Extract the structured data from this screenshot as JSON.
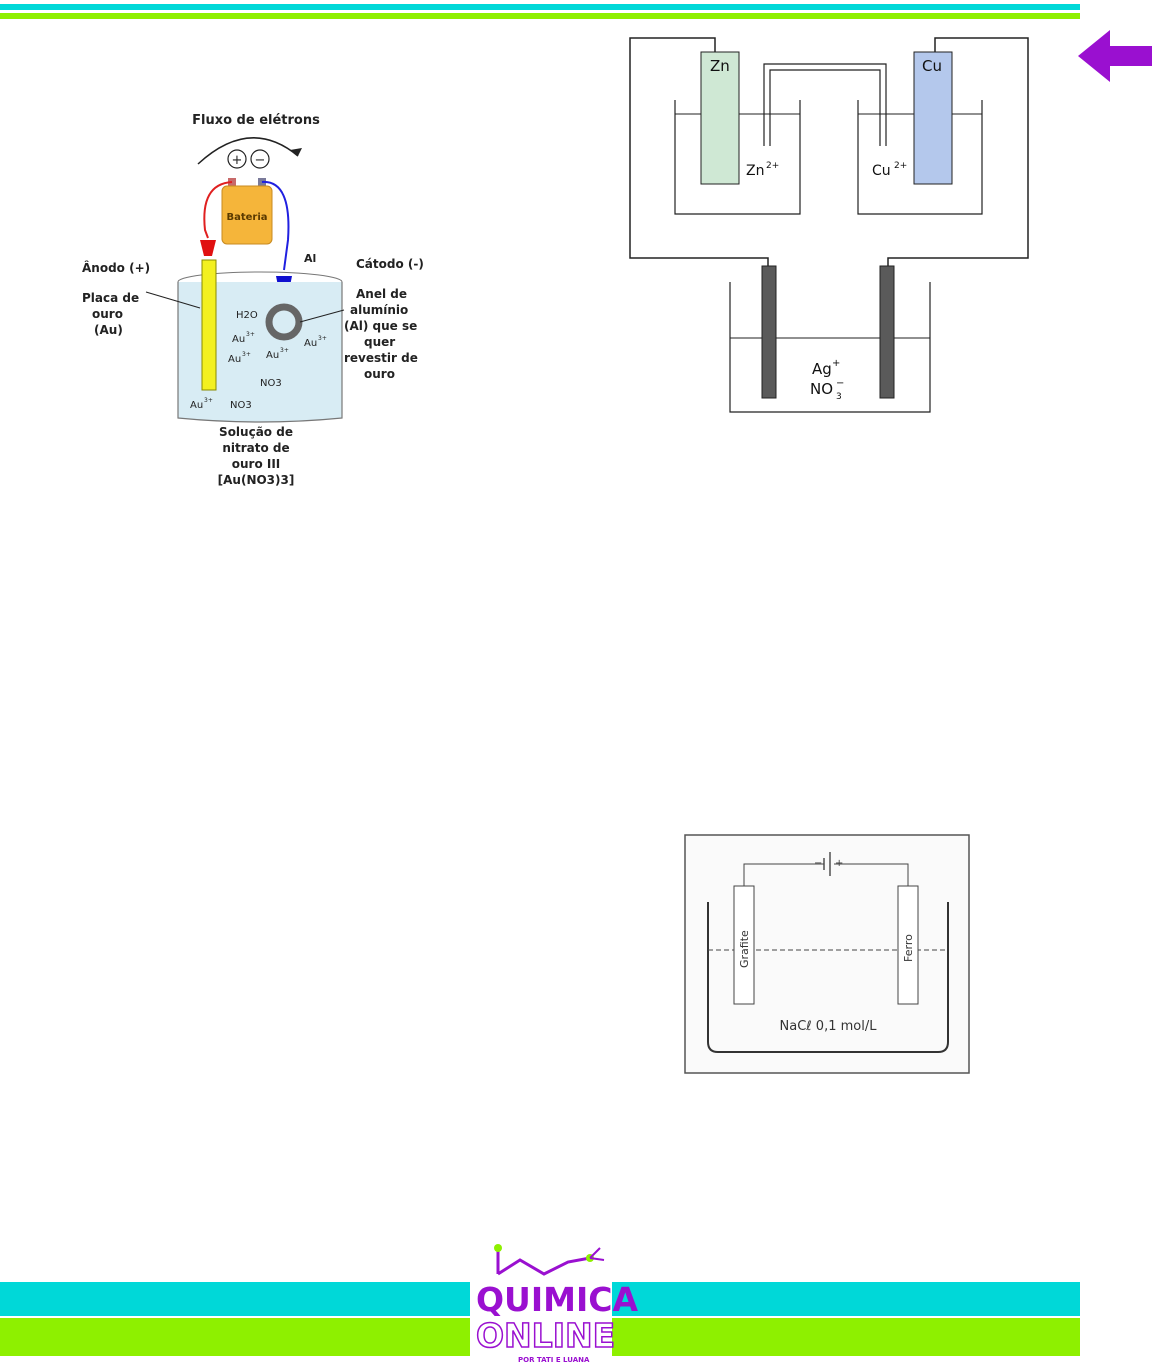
{
  "colors": {
    "cyan": "#00d8d8",
    "lime": "#8ef000",
    "purple": "#9a10d0",
    "zn_electrode": "#cfe8d4",
    "cu_electrode": "#b4c8ec",
    "gold_plate": "#f3f020",
    "battery": "#f5b53a",
    "solution": "#d8ecf4"
  },
  "fig1": {
    "electron_flow": "Fluxo de elétrons",
    "plus": "+",
    "minus": "−",
    "battery": "Bateria",
    "anode": "Ânodo (+)",
    "plate_l1": "Placa de",
    "plate_l2": "ouro",
    "plate_l3": "(Au)",
    "al": "Al",
    "cathode": "Cátodo (-)",
    "ring_l1": "Anel de",
    "ring_l2": "alumínio",
    "ring_l3": "(Al) que se",
    "ring_l4": "quer",
    "ring_l5": "revestir de",
    "ring_l6": "ouro",
    "water": "H2O",
    "au_ion": "Au",
    "au_charge": "3+",
    "nitrate": "NO3",
    "sol_l1": "Solução de",
    "sol_l2": "nitrato de",
    "sol_l3": "ouro III",
    "sol_l4": "[Au(NO3)3]"
  },
  "fig2": {
    "zn": "Zn",
    "cu": "Cu",
    "zn_ion": "Zn",
    "zn_ion_charge": "2+",
    "cu_ion": "Cu",
    "cu_ion_charge": "2+",
    "ag_ion": "Ag",
    "ag_charge": "+",
    "nitrate": "NO",
    "nitrate_sub": "3",
    "nitrate_charge": "−"
  },
  "fig3": {
    "minus": "−",
    "plus": "+",
    "graphite": "Grafite",
    "iron": "Ferro",
    "solution": "NaCℓ  0,1 mol/L"
  },
  "nav": {
    "arrow": "back-arrow-icon"
  },
  "logo": {
    "line1": "QUIMICA",
    "line2": "ONLINE",
    "tagline": "POR TATI E LUANA"
  }
}
